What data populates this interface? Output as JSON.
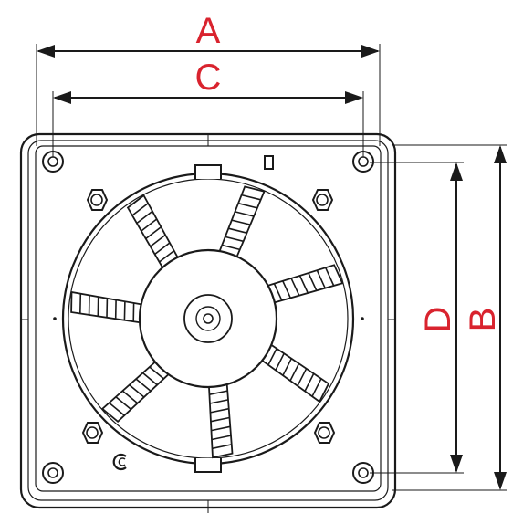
{
  "dimensions": {
    "a": "A",
    "b": "B",
    "c": "C",
    "d": "D"
  },
  "colors": {
    "label": "#d9232e",
    "line": "#1a1a1a",
    "background": "#ffffff"
  },
  "fan": {
    "blade_count": 7
  }
}
